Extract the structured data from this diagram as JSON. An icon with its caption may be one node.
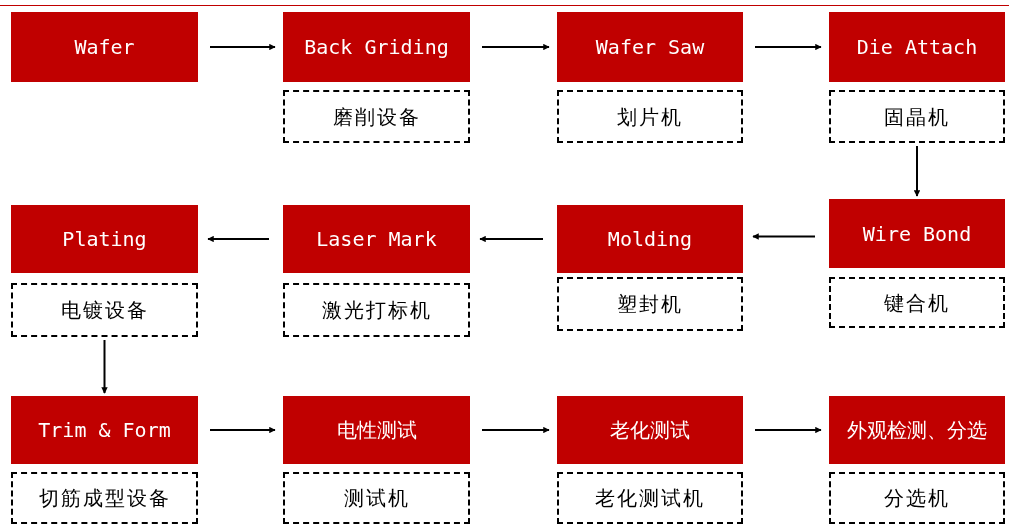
{
  "diagram": {
    "nodes": [
      {
        "text": [
          "Wafer"
        ]
      },
      {
        "text": [
          "Back Griding"
        ]
      },
      {
        "text": [
          "磨削设备"
        ]
      },
      {
        "text": [
          "Wafer Saw"
        ]
      },
      {
        "text": [
          "划片机"
        ]
      },
      {
        "text": [
          "Die Attach"
        ]
      },
      {
        "text": [
          "固晶机"
        ]
      },
      {
        "text": [
          "Plating"
        ]
      },
      {
        "text": [
          "电镀设备"
        ]
      },
      {
        "text": [
          "Laser Mark"
        ]
      },
      {
        "text": [
          "激光打标机"
        ]
      },
      {
        "text": [
          "Molding"
        ]
      },
      {
        "text": [
          "塑封机"
        ]
      },
      {
        "text": [
          "Wire Bond"
        ]
      },
      {
        "text": [
          "键合机"
        ]
      },
      {
        "text": [
          "Trim & Form"
        ]
      },
      {
        "text": [
          "切筋成型设备"
        ]
      },
      {
        "text": [
          "电性测试"
        ]
      },
      {
        "text": [
          "测试机"
        ]
      },
      {
        "text": [
          "老化测试"
        ]
      },
      {
        "text": [
          "老化测试机"
        ]
      },
      {
        "text": [
          "外观检测、分选"
        ]
      },
      {
        "text": [
          "分选机"
        ]
      }
    ],
    "edges": [
      {
        "from": 0,
        "to": 1,
        "arrow": "to"
      },
      {
        "from": 1,
        "to": 3,
        "arrow": "to"
      },
      {
        "from": 3,
        "to": 5,
        "arrow": "to"
      },
      {
        "from": 6,
        "to": 13,
        "arrow": "to"
      },
      {
        "from": 13,
        "to": 11,
        "arrow": "to"
      },
      {
        "from": 11,
        "to": 9,
        "arrow": "to"
      },
      {
        "from": 9,
        "to": 7,
        "arrow": "to"
      },
      {
        "from": 8,
        "to": 15,
        "arrow": "to"
      },
      {
        "from": 15,
        "to": 17,
        "arrow": "to"
      },
      {
        "from": 17,
        "to": 19,
        "arrow": "to"
      },
      {
        "from": 19,
        "to": 21,
        "arrow": "to"
      }
    ]
  }
}
